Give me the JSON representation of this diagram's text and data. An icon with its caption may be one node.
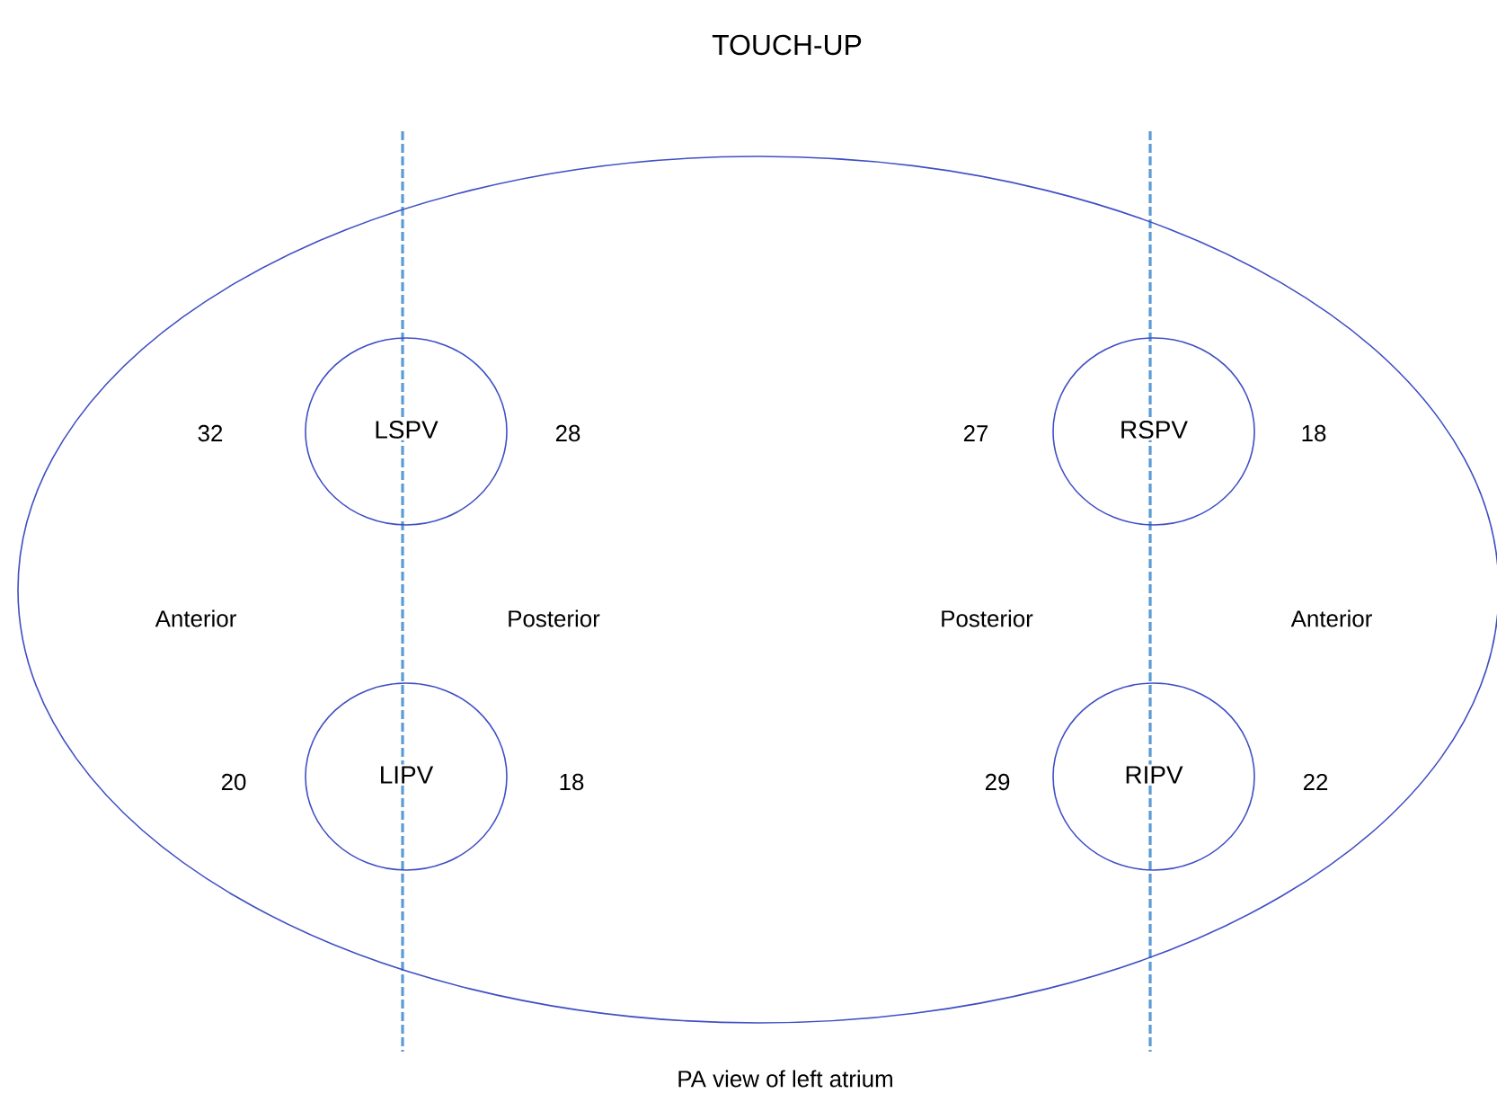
{
  "diagram": {
    "title": "TOUCH-UP",
    "caption": "PA view of left atrium",
    "nodes": [
      {
        "text": [],
        "shape": "ellipse"
      },
      {
        "text": [
          "LSPV"
        ],
        "in": 0
      },
      {
        "text": [
          "RSPV"
        ],
        "in": 0
      },
      {
        "text": [
          "LIPV"
        ],
        "in": 0
      },
      {
        "text": [
          "RIPV"
        ],
        "in": 0
      }
    ],
    "labels": [
      "32",
      "28",
      "27",
      "18",
      "Anterior",
      "Posterior",
      "Posterior",
      "Anterior",
      "20",
      "18",
      "29",
      "22"
    ]
  }
}
